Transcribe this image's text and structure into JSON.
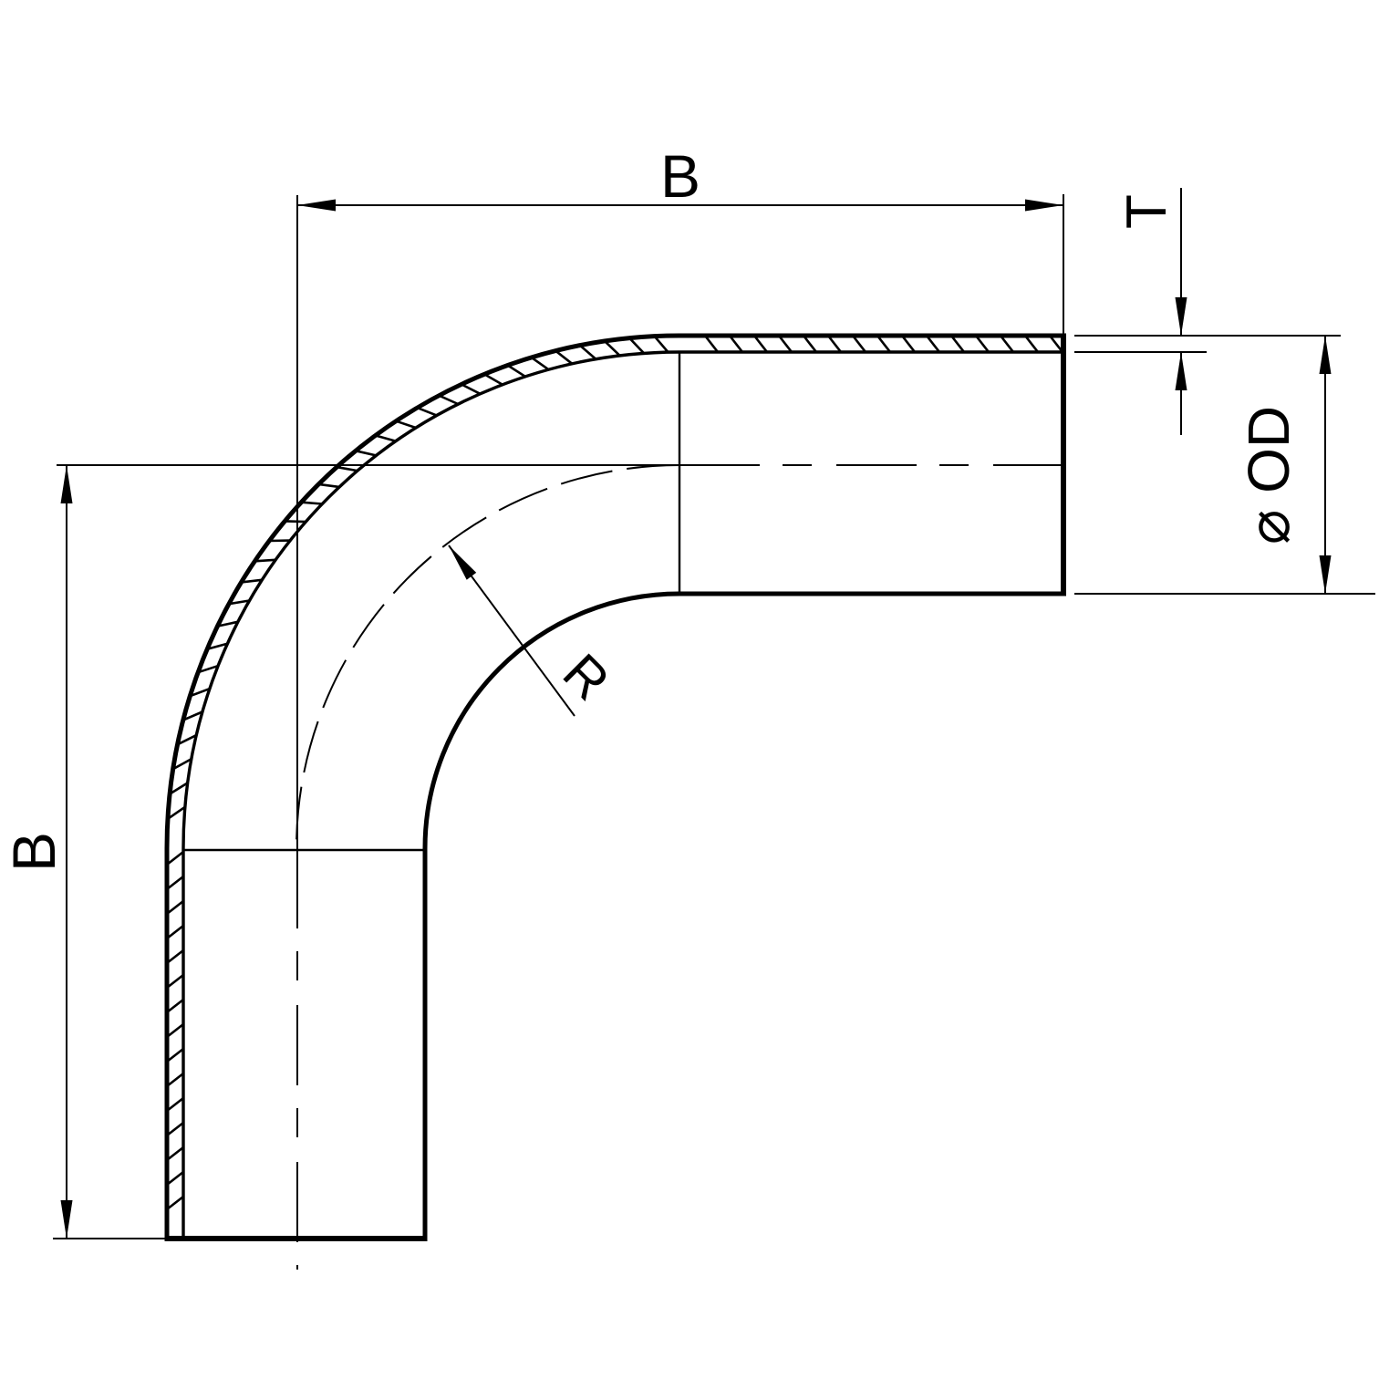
{
  "drawing": {
    "background_color": "#ffffff",
    "line_color": "#000000",
    "labels": {
      "top_length": "B",
      "left_length": "B",
      "wall_thickness": "T",
      "outer_diameter": "⌀ OD",
      "bend_radius": "R"
    }
  }
}
